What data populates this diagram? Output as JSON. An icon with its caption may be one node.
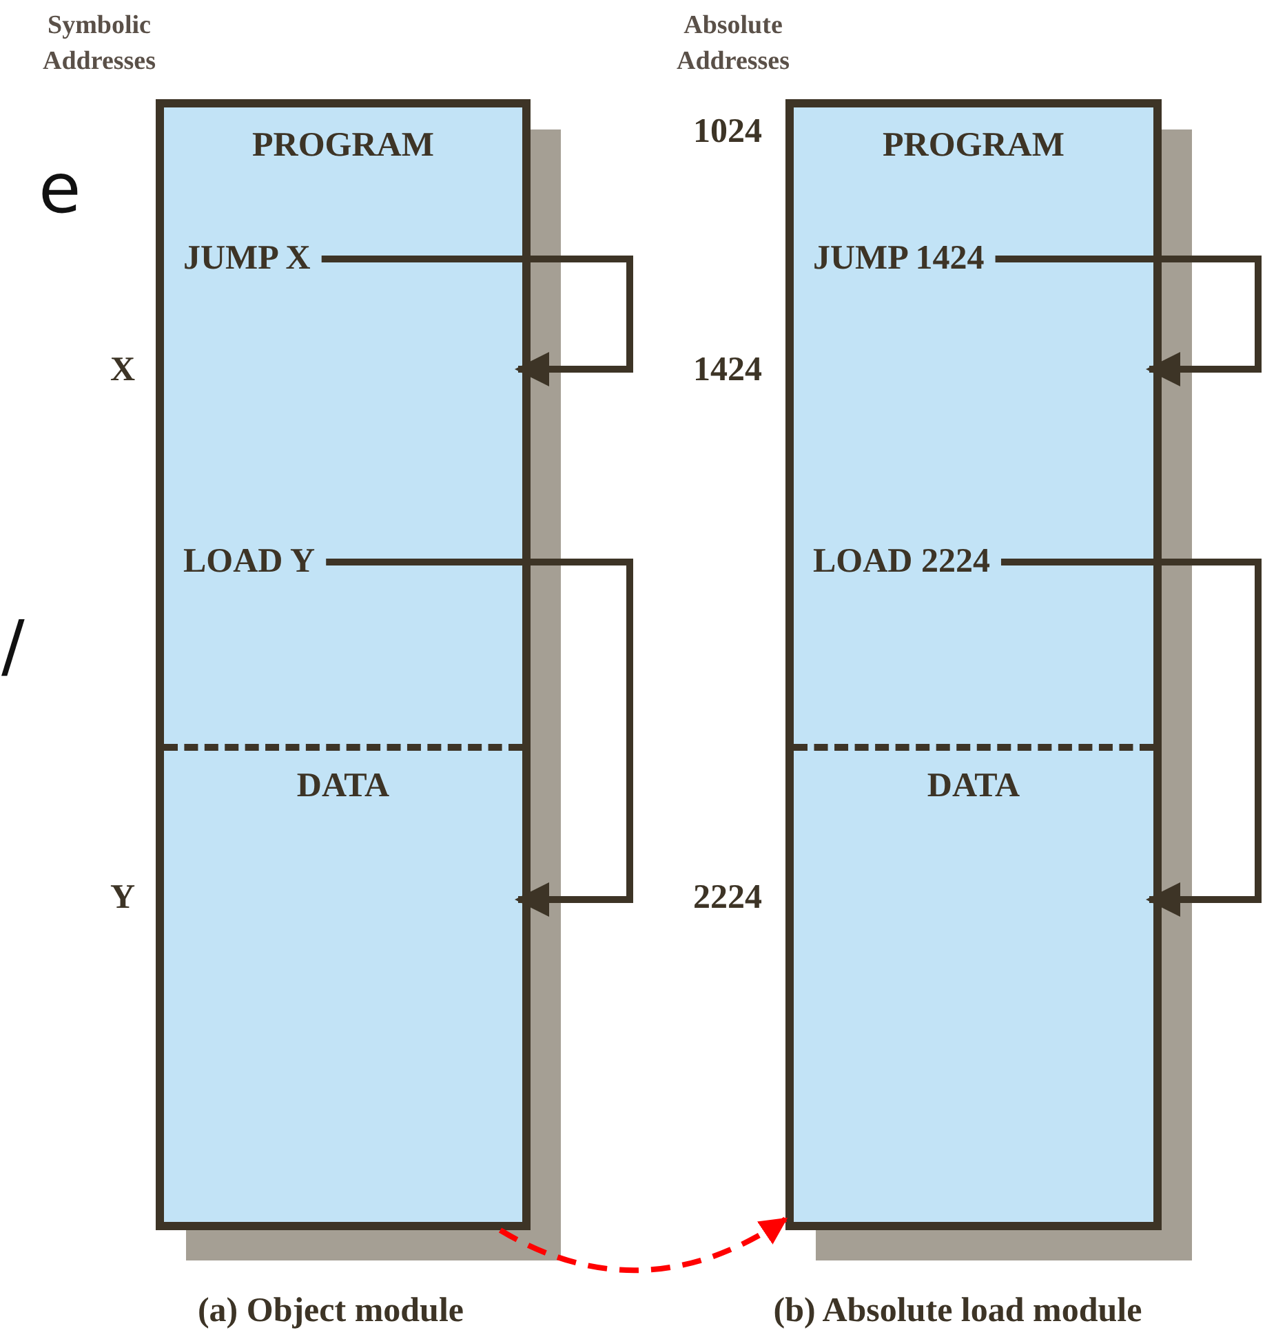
{
  "diagram": {
    "nodes": [
      {
        "text": [],
        "shape": "box",
        "beside": [
          "(a) Object module"
        ]
      },
      {
        "text": [
          "PROGRAM"
        ],
        "in": 0
      },
      {
        "text": [
          "JUMP X"
        ],
        "in": 1
      },
      {
        "text": [
          "LOAD Y"
        ],
        "in": 1
      },
      {
        "text": [
          "DATA"
        ],
        "in": 0
      },
      {
        "text": [],
        "shape": "box",
        "beside": [
          "(b) Absolute load module"
        ]
      },
      {
        "text": [
          "PROGRAM"
        ],
        "in": 5
      },
      {
        "text": [
          "JUMP 1424"
        ],
        "in": 6
      },
      {
        "text": [
          "LOAD 2224"
        ],
        "in": 6
      },
      {
        "text": [
          "DATA"
        ],
        "in": 5
      }
    ],
    "edges": [
      {
        "from": 2,
        "to": 1,
        "arrow": "to"
      },
      {
        "from": 3,
        "to": 4,
        "arrow": "to"
      },
      {
        "from": 7,
        "to": 6,
        "arrow": "to"
      },
      {
        "from": 8,
        "to": 9,
        "arrow": "to"
      },
      {
        "from": 0,
        "to": 5,
        "arrow": "to",
        "style": "dashed",
        "color": "#ff0000"
      }
    ],
    "labels": [
      "Symbolic Addresses",
      "Absolute Addresses",
      "1024",
      "e",
      "X",
      "1424",
      "/",
      "Y",
      "2224"
    ]
  }
}
